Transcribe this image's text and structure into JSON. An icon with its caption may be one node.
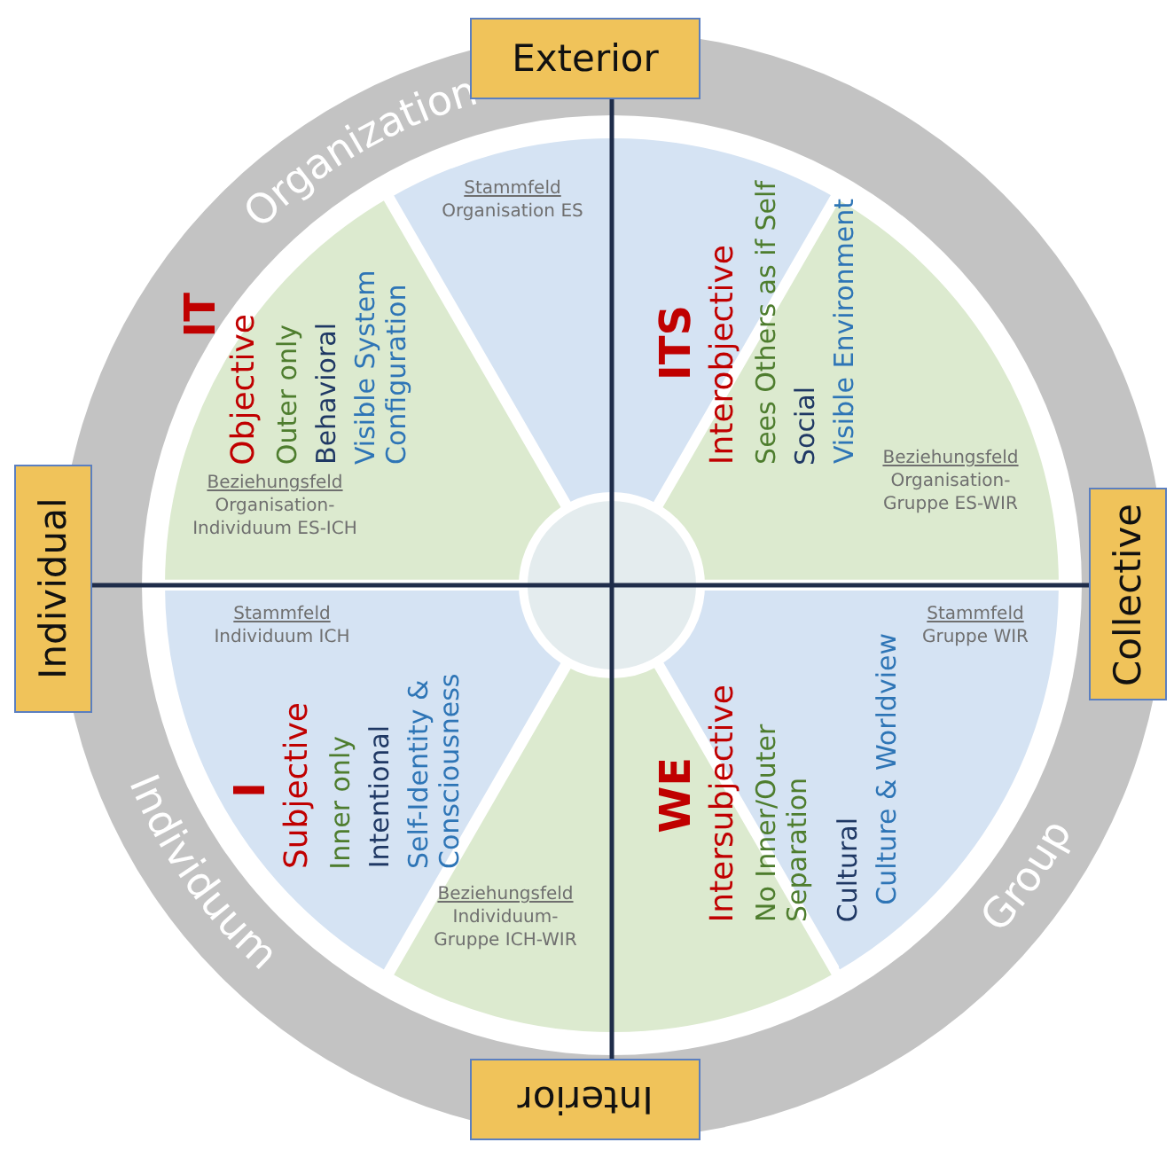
{
  "diagram": {
    "nodes": [
      {
        "text": [
          "Exterior"
        ]
      },
      {
        "text": [
          "Stammfeld",
          "Organisation ES"
        ]
      },
      {
        "text": [
          "Beziehungsfeld",
          "Organisation- Individuum ES-ICH"
        ]
      },
      {
        "text": [
          "Beziehungsfeld",
          "Organisation- Gruppe ES-WIR"
        ]
      },
      {
        "text": [
          "Individual"
        ]
      },
      {
        "text": [
          "Collective"
        ]
      },
      {
        "text": [
          "Stammfeld",
          "Individuum ICH"
        ]
      },
      {
        "text": [
          "Stammfeld",
          "Gruppe WIR"
        ]
      },
      {
        "text": [
          "Beziehungsfeld",
          "Individuum- Gruppe ICH-WIR"
        ]
      },
      {
        "text": [
          "Interior"
        ]
      },
      {
        "text": [],
        "shape": "circle"
      }
    ],
    "labels": [
      "Organization",
      "Individuum",
      "Group",
      "IT",
      "Objective",
      "Outer only",
      "Behavioral",
      "Visible System Configuration",
      "ITS",
      "Interobjective",
      "Sees Others as if Self",
      "Social",
      "Visible Environment",
      "I",
      "Subjective",
      "Inner only",
      "Intentional",
      "Self-Identity & Consciousness",
      "WE",
      "Intersubjective",
      "No Inner/Outer Separation",
      "Cultural",
      "Culture & Worldview"
    ]
  }
}
